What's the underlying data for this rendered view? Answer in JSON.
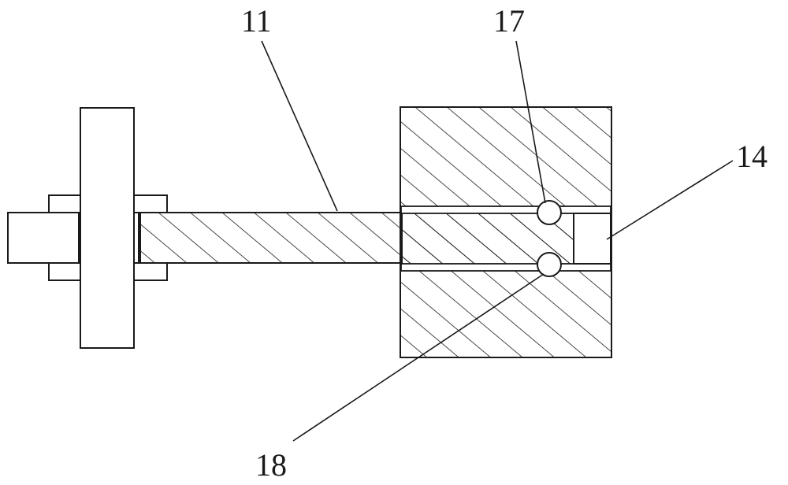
{
  "diagram": {
    "reference_numerals": {
      "shaft": "11",
      "insert": "14",
      "upper_ball": "17",
      "lower_ball": "18"
    },
    "colors": {
      "stroke": "#1a1a1a",
      "hatch": "#1a1a1a",
      "background": "#ffffff"
    }
  }
}
